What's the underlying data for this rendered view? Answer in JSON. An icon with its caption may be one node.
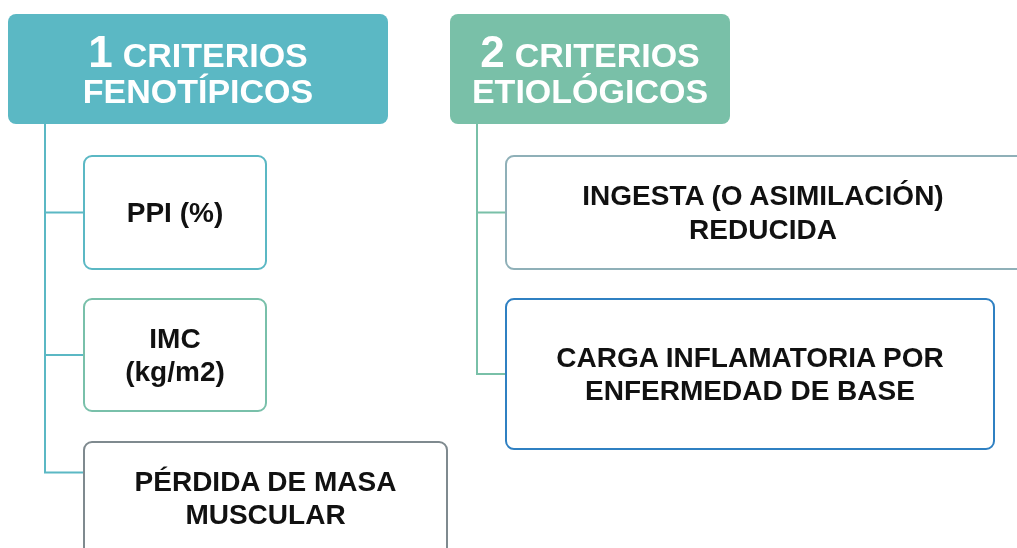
{
  "diagram": {
    "nodes": [
      {
        "text": [
          "1",
          "CRITERIOS FENOTÍPICOS"
        ]
      },
      {
        "text": [
          "PPI (%)"
        ]
      },
      {
        "text": [
          "IMC (kg/m2)"
        ]
      },
      {
        "text": [
          "PÉRDIDA DE MASA MUSCULAR"
        ]
      },
      {
        "text": [
          "2",
          "CRITERIOS ETIOLÓGICOS"
        ]
      },
      {
        "text": [
          "INGESTA (O ASIMILACIÓN) REDUCIDA"
        ]
      },
      {
        "text": [
          "CARGA INFLAMATORIA POR ENFERMEDAD DE BASE"
        ]
      }
    ],
    "edges": [
      {
        "from": 0,
        "to": 1,
        "arrow": "none"
      },
      {
        "from": 0,
        "to": 2,
        "arrow": "none"
      },
      {
        "from": 0,
        "to": 3,
        "arrow": "none"
      },
      {
        "from": 4,
        "to": 5,
        "arrow": "none"
      },
      {
        "from": 4,
        "to": 6,
        "arrow": "none"
      }
    ]
  }
}
